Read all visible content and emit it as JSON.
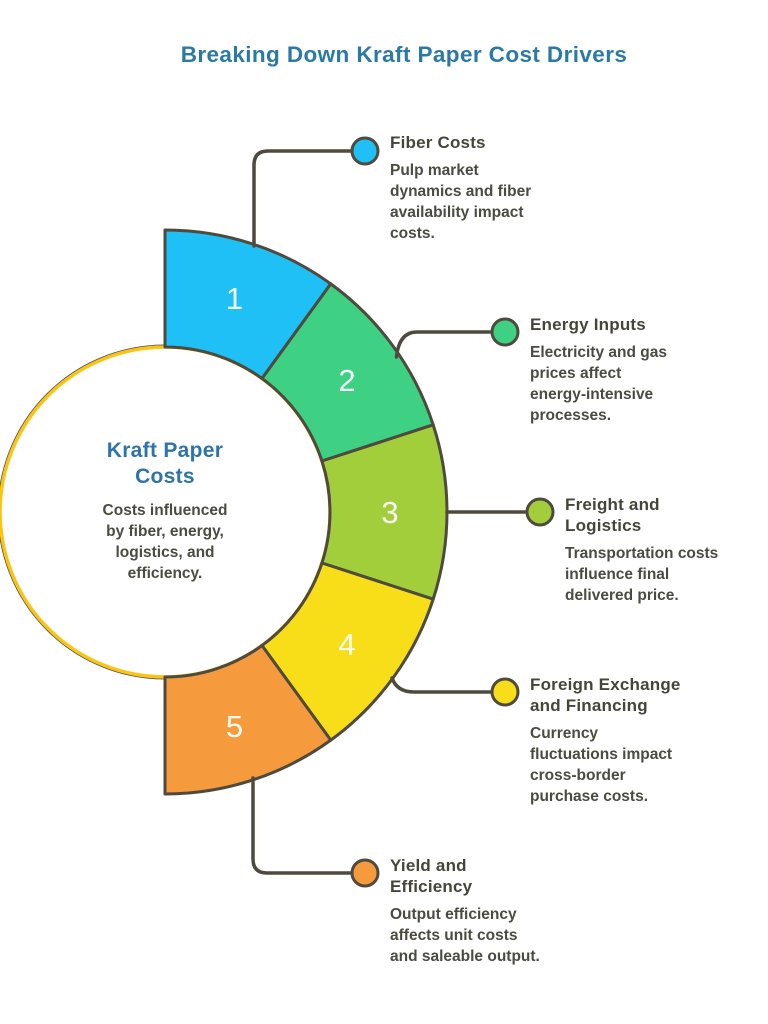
{
  "title": "Breaking Down Kraft Paper Cost Drivers",
  "center": {
    "heading": "Kraft Paper Costs",
    "description": "Costs influenced by fiber, energy, logistics, and efficiency."
  },
  "items": [
    {
      "number": "1",
      "label": "Fiber Costs",
      "description": "Pulp market dynamics and fiber availability impact costs.",
      "color": "#1fc0f5"
    },
    {
      "number": "2",
      "label": "Energy Inputs",
      "description": "Electricity and gas prices affect energy-intensive processes.",
      "color": "#3ed183"
    },
    {
      "number": "3",
      "label": "Freight and Logistics",
      "description": "Transportation costs influence final delivered price.",
      "color": "#a2ce3b"
    },
    {
      "number": "4",
      "label": "Foreign Exchange and Financing",
      "description": "Currency fluctuations impact cross-border purchase costs.",
      "color": "#f8de18"
    },
    {
      "number": "5",
      "label": "Yield and Efficiency",
      "description": "Output efficiency affects unit costs and saleable output.",
      "color": "#f59b3d"
    }
  ],
  "colors": {
    "title_accent": "#2b7aa5",
    "outline": "#4e4a3d",
    "inner_ring_gold": "#fcc40f",
    "inner_ring_edge": "#42506b",
    "text_dark": "#4b4b42"
  }
}
